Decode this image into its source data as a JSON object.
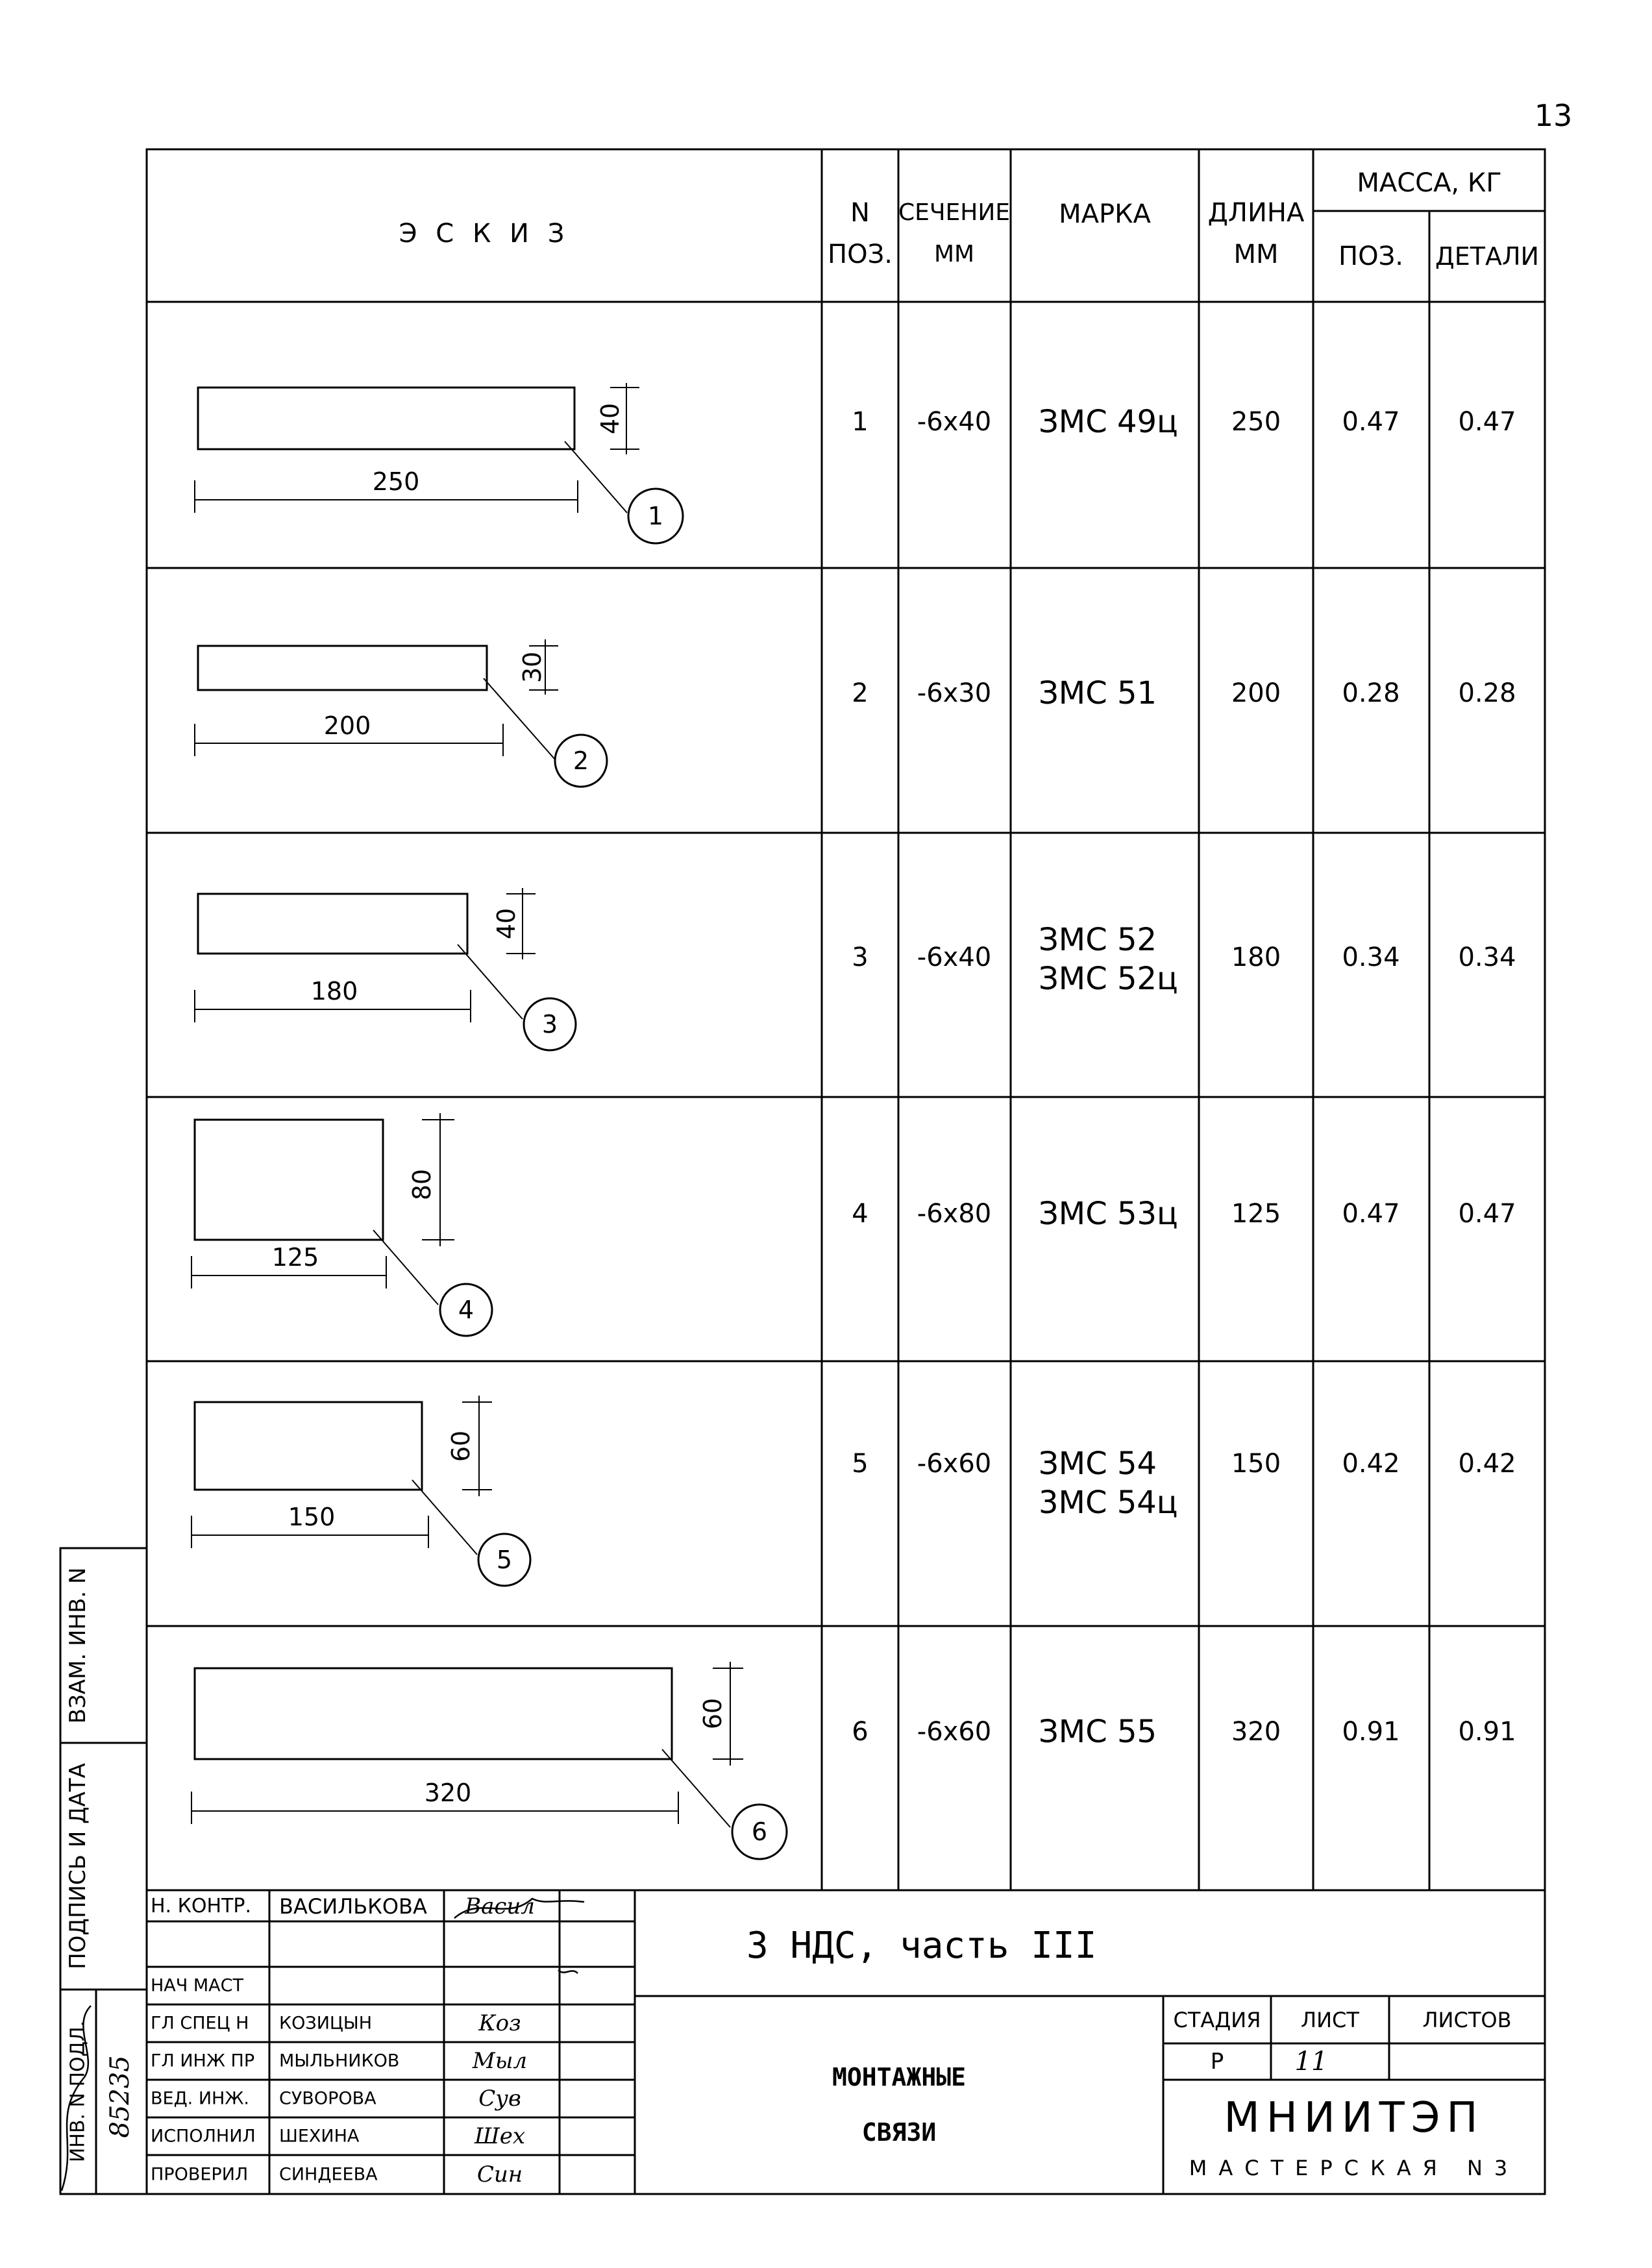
{
  "page_number": "13",
  "table": {
    "headers": {
      "sketch": "Э С К И З",
      "pos_n": "N",
      "pos_label": "ПОЗ.",
      "section": "СЕЧЕНИЕ",
      "section_unit": "ММ",
      "mark": "МАРКА",
      "length": "ДЛИНА",
      "length_unit": "ММ",
      "mass": "МАССА, КГ",
      "mass_pos": "ПОЗ.",
      "mass_detail": "ДЕТАЛИ"
    },
    "rows": [
      {
        "pos": "1",
        "section": "-6x40",
        "mark": "ЗМС 49ц",
        "length": "250",
        "mass_pos": "0.47",
        "mass_detail": "0.47",
        "dim_w": "250",
        "dim_h": "40",
        "callout": "1"
      },
      {
        "pos": "2",
        "section": "-6x30",
        "mark": "ЗМС 51",
        "length": "200",
        "mass_pos": "0.28",
        "mass_detail": "0.28",
        "dim_w": "200",
        "dim_h": "30",
        "callout": "2"
      },
      {
        "pos": "3",
        "section": "-6x40",
        "mark": "ЗМС 52\nЗМС 52ц",
        "length": "180",
        "mass_pos": "0.34",
        "mass_detail": "0.34",
        "dim_w": "180",
        "dim_h": "40",
        "callout": "3"
      },
      {
        "pos": "4",
        "section": "-6x80",
        "mark": "ЗМС 53ц",
        "length": "125",
        "mass_pos": "0.47",
        "mass_detail": "0.47",
        "dim_w": "125",
        "dim_h": "80",
        "callout": "4"
      },
      {
        "pos": "5",
        "section": "-6x60",
        "mark": "ЗМС 54\n3МС 54ц",
        "length": "150",
        "mass_pos": "0.42",
        "mass_detail": "0.42",
        "dim_w": "150",
        "dim_h": "60",
        "callout": "5"
      },
      {
        "pos": "6",
        "section": "-6x60",
        "mark": "ЗМС 55",
        "length": "320",
        "mass_pos": "0.91",
        "mass_detail": "0.91",
        "dim_w": "320",
        "dim_h": "60",
        "callout": "6"
      }
    ]
  },
  "side_stamp": {
    "inv_zam": "ВЗАМ. ИНВ. N",
    "sign_date": "ПОДПИСЬ И ДАТА",
    "inv_orig": "ИНВ. N ПОДЛ.",
    "inv_number_handwritten": "85235"
  },
  "title_block": {
    "people": [
      {
        "role": "Н. КОНТР.",
        "name": "ВАСИЛЬКОВА",
        "sign": "Васил"
      },
      {
        "role": "НАЧ МАСТ",
        "name": "",
        "sign": ""
      },
      {
        "role": "ГЛ СПЕЦ Н",
        "name": "КОЗИЦЫН",
        "sign": "Коз"
      },
      {
        "role": "ГЛ ИНЖ ПР",
        "name": "МЫЛЬНИКОВ",
        "sign": "Мыл"
      },
      {
        "role": "ВЕД. ИНЖ.",
        "name": "СУВОРОВА",
        "sign": "Сув"
      },
      {
        "role": "ИСПОЛНИЛ",
        "name": "ШЕХИНА",
        "sign": "Шех"
      },
      {
        "role": "ПРОВЕРИЛ",
        "name": "СИНДЕЕВА",
        "sign": "Син"
      }
    ],
    "project": "3 НДС, часть III",
    "drawing_name_1": "МОНТАЖНЫЕ",
    "drawing_name_2": "СВЯЗИ",
    "stage_label": "СТАДИЯ",
    "sheet_label": "ЛИСТ",
    "sheets_label": "ЛИСТОВ",
    "stage": "Р",
    "sheet": "11",
    "sheets": "",
    "org": "МНИИТЭП",
    "workshop": "МАСТЕРСКАЯ N3"
  }
}
